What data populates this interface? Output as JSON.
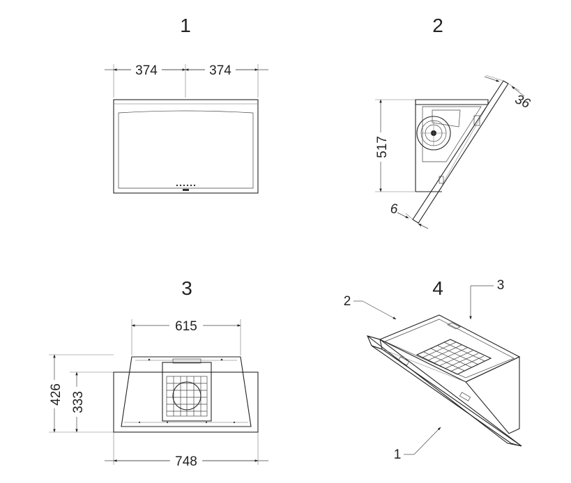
{
  "views": {
    "front": {
      "number": "1",
      "dim_left_half": "374",
      "dim_right_half": "374"
    },
    "side": {
      "number": "2",
      "dim_height": "517",
      "dim_top_thickness": "36",
      "dim_glass_thickness": "6"
    },
    "top": {
      "number": "3",
      "dim_inner_width": "615",
      "dim_outer_width": "748",
      "dim_depth_outer": "426",
      "dim_depth_inner": "333"
    },
    "iso": {
      "number": "4",
      "callout_1": "1",
      "callout_2": "2",
      "callout_3": "3"
    }
  },
  "colors": {
    "line": "#222222",
    "background": "#ffffff"
  }
}
